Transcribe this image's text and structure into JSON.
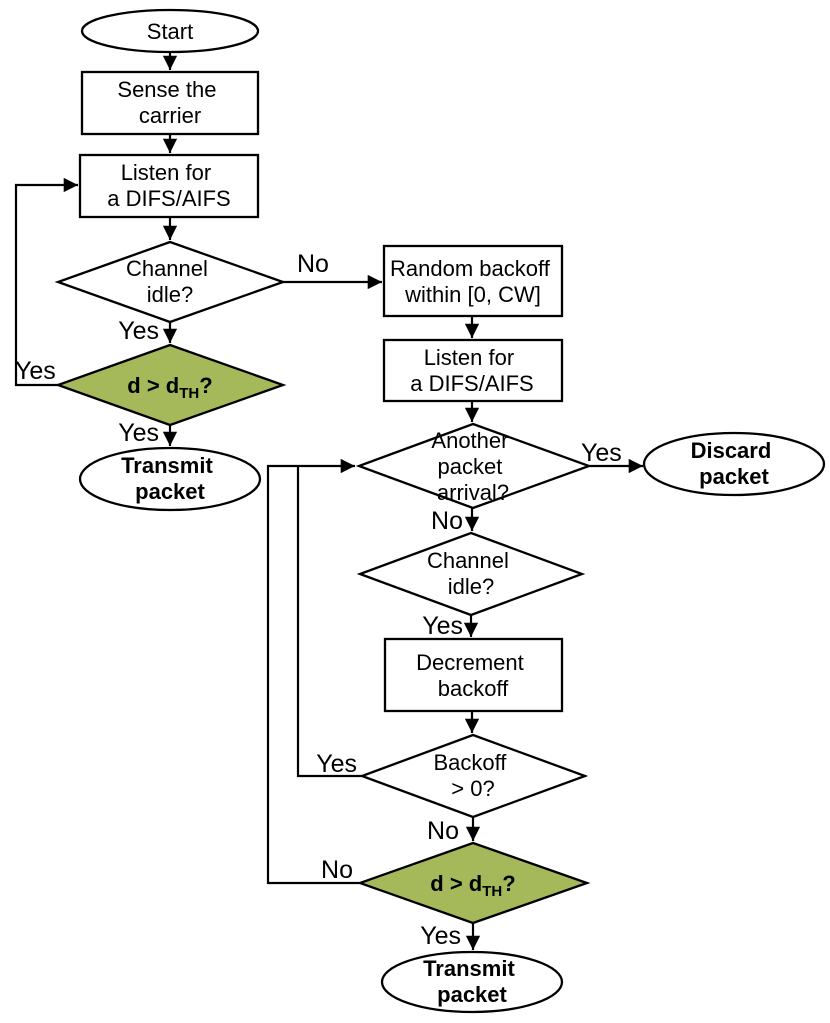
{
  "diagram": {
    "nodes": {
      "start": {
        "label": "Start"
      },
      "sense_carrier": {
        "line1": "Sense the",
        "line2": "carrier"
      },
      "listen_difs_1": {
        "line1": "Listen for",
        "line2": "a DIFS/AIFS"
      },
      "channel_idle_1": {
        "line1": "Channel",
        "line2": "idle?"
      },
      "distance_threshold_1": {
        "main": "d > d",
        "sub": "TH",
        "end": "?"
      },
      "transmit_packet_1": {
        "line1": "Transmit",
        "line2": "packet"
      },
      "random_backoff": {
        "line1": "Random backoff",
        "line2": "within [0, CW]"
      },
      "listen_difs_2": {
        "line1": "Listen for",
        "line2": "a DIFS/AIFS"
      },
      "another_packet_arrival": {
        "line1": "Another",
        "line2": "packet",
        "line3": "arrival?"
      },
      "discard_packet": {
        "line1": "Discard",
        "line2": "packet"
      },
      "channel_idle_2": {
        "line1": "Channel",
        "line2": "idle?"
      },
      "decrement_backoff": {
        "line1": "Decrement",
        "line2": "backoff"
      },
      "backoff_gt_zero": {
        "line1": "Backoff",
        "line2": "> 0?"
      },
      "distance_threshold_2": {
        "main": "d > d",
        "sub": "TH",
        "end": "?"
      },
      "transmit_packet_2": {
        "line1": "Transmit",
        "line2": "packet"
      }
    },
    "edge_labels": {
      "channel1_no": "No",
      "channel1_yes": "Yes",
      "threshold1_yes_loop": "Yes",
      "threshold1_yes_down": "Yes",
      "arrival_yes": "Yes",
      "arrival_no": "No",
      "channel2_yes": "Yes",
      "backoff_yes_loop": "Yes",
      "backoff_no": "No",
      "threshold2_no_loop": "No",
      "threshold2_yes": "Yes"
    },
    "colors": {
      "decision_highlight": "#a6b95a",
      "stroke": "#000000",
      "background": "#ffffff"
    }
  }
}
